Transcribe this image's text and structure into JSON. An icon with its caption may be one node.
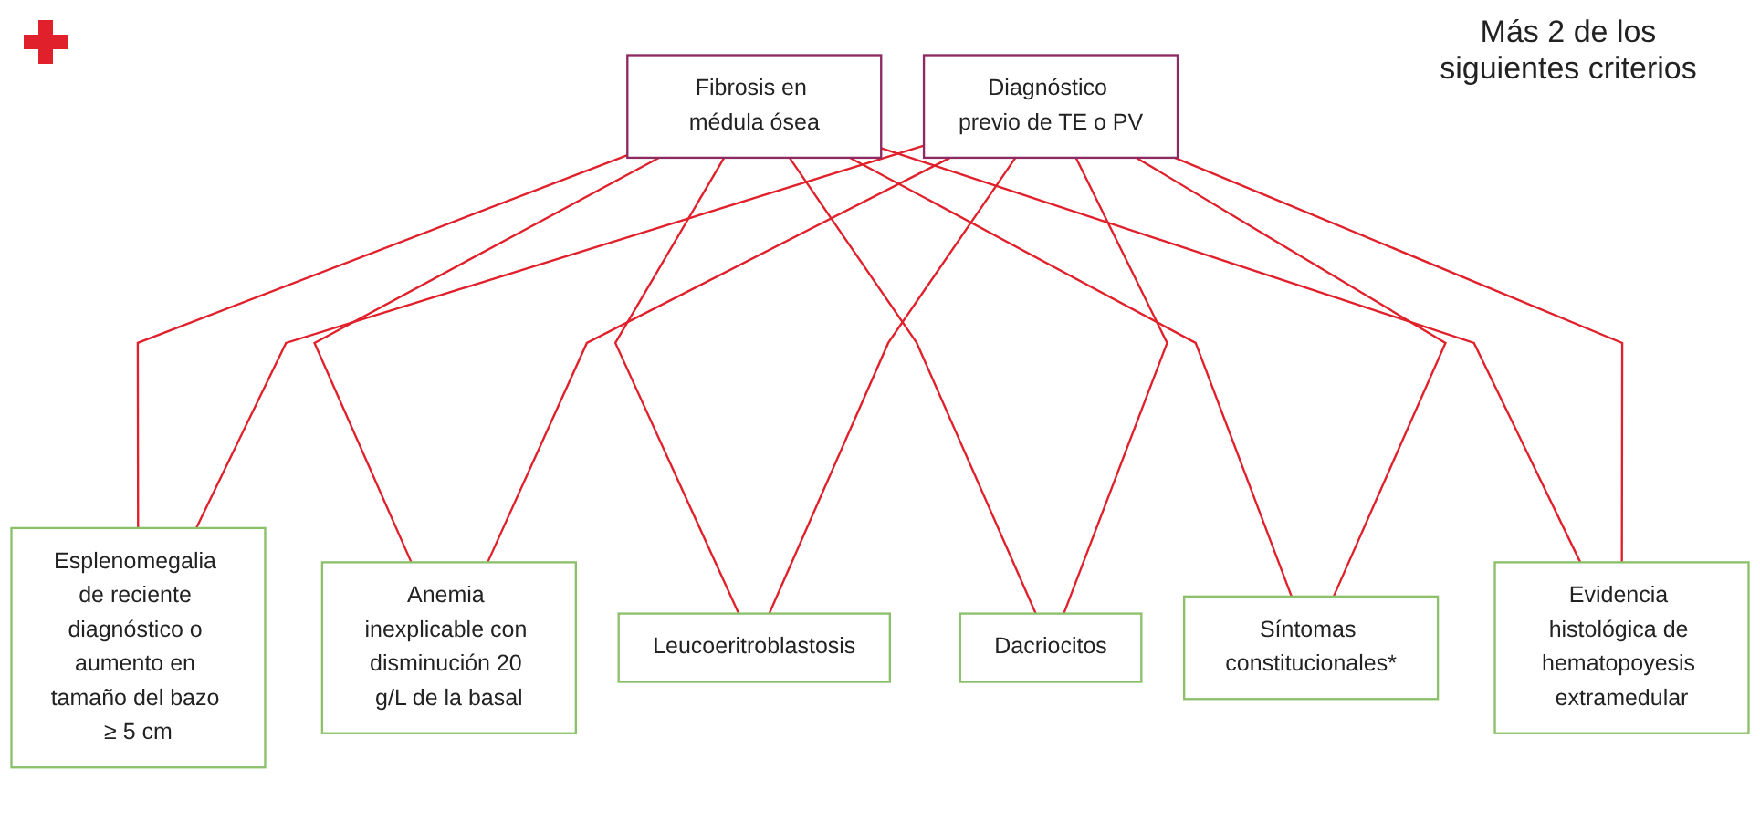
{
  "diagram": {
    "nodes": [
      {
        "text": [
          "Fibrosis en médula ósea"
        ]
      },
      {
        "text": [
          "Diagnóstico previo de TE o PV"
        ]
      },
      {
        "text": [
          "Esplenomegalia de reciente diagnóstico o aumento en tamaño del bazo ≥ 5 cm"
        ]
      },
      {
        "text": [
          "Anemia inexplicable con disminución 20 g/L de la basal"
        ]
      },
      {
        "text": [
          "Leucoeritroblastosis"
        ]
      },
      {
        "text": [
          "Dacriocitos"
        ]
      },
      {
        "text": [
          "Síntomas constitucionales*"
        ]
      },
      {
        "text": [
          "Evidencia histológica de hematopoyesis extramedular"
        ]
      }
    ],
    "edges": [
      {
        "from": 0,
        "to": 2,
        "arrow": "none"
      },
      {
        "from": 0,
        "to": 3,
        "arrow": "none"
      },
      {
        "from": 0,
        "to": 4,
        "arrow": "none"
      },
      {
        "from": 0,
        "to": 5,
        "arrow": "none"
      },
      {
        "from": 0,
        "to": 6,
        "arrow": "none"
      },
      {
        "from": 0,
        "to": 7,
        "arrow": "none"
      },
      {
        "from": 1,
        "to": 2,
        "arrow": "none"
      },
      {
        "from": 1,
        "to": 3,
        "arrow": "none"
      },
      {
        "from": 1,
        "to": 4,
        "arrow": "none"
      },
      {
        "from": 1,
        "to": 5,
        "arrow": "none"
      },
      {
        "from": 1,
        "to": 6,
        "arrow": "none"
      },
      {
        "from": 1,
        "to": 7,
        "arrow": "none"
      }
    ],
    "labels": [
      "Más 2 de los siguientes criterios"
    ]
  }
}
